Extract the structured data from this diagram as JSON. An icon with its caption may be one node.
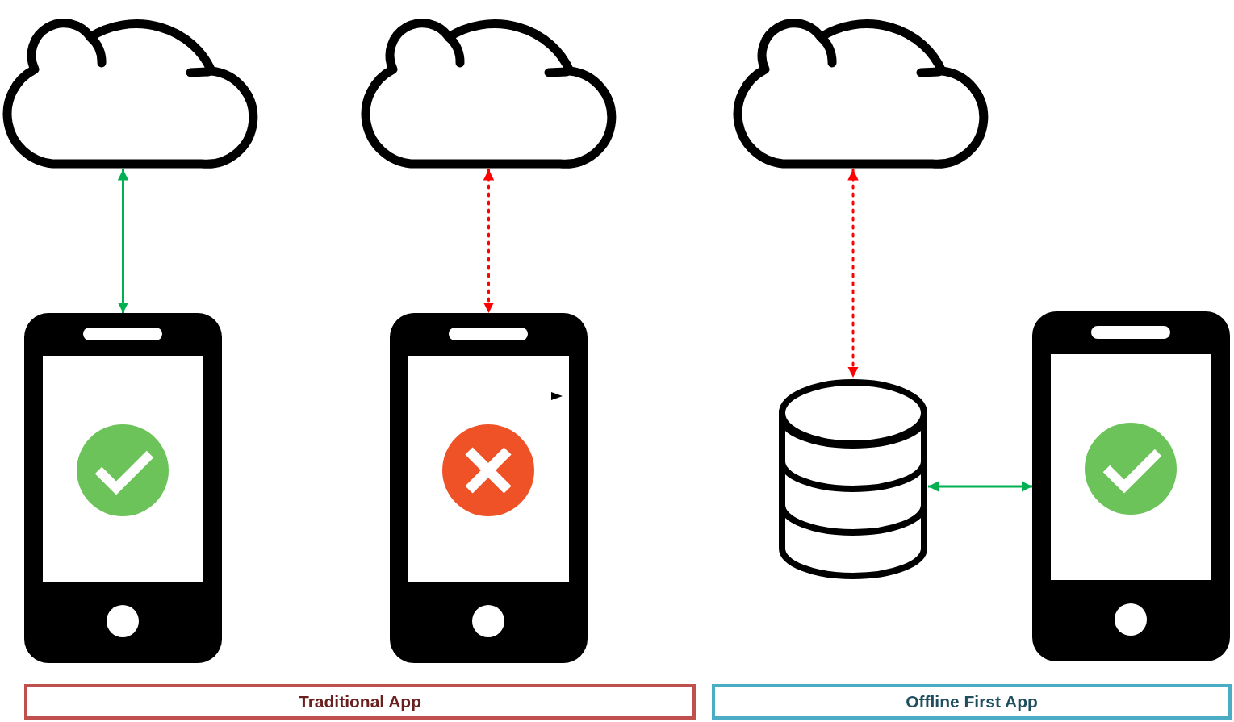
{
  "diagram": {
    "nodes": [
      {
        "text": [],
        "shape": "cloud"
      },
      {
        "text": [],
        "shape": "cloud"
      },
      {
        "text": [],
        "shape": "cloud"
      },
      {
        "text": [],
        "shape": "phone"
      },
      {
        "text": [],
        "shape": "phone"
      },
      {
        "text": [],
        "shape": "cylinder"
      },
      {
        "text": [],
        "shape": "phone"
      },
      {
        "text": [
          "Traditional App"
        ]
      },
      {
        "text": [
          "Offline First App"
        ]
      }
    ],
    "edges": [
      {
        "from": 0,
        "to": 3,
        "arrow": "both"
      },
      {
        "from": 1,
        "to": 4,
        "arrow": "both",
        "style": "dashed",
        "color": "#ff0000"
      },
      {
        "from": 2,
        "to": 5,
        "arrow": "both",
        "style": "dashed",
        "color": "#ff0000"
      },
      {
        "from": 5,
        "to": 6,
        "arrow": "both"
      }
    ]
  }
}
